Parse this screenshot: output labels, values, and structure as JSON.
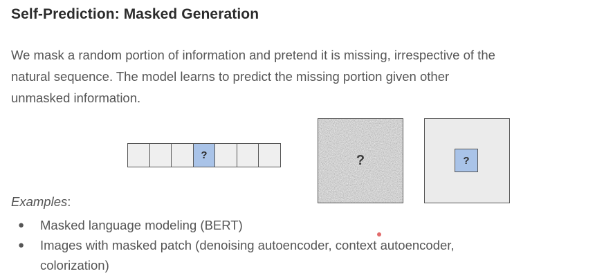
{
  "slide": {
    "title": "Self-Prediction: Masked Generation",
    "description_lines": [
      "We mask a random portion of information and pretend it is missing, irrespective of the",
      "natural sequence. The model learns to predict the missing portion given other",
      "unmasked information."
    ],
    "examples_label": "Examples",
    "examples_colon": ":",
    "bullets": [
      {
        "line1": "Masked language modeling (BERT)"
      },
      {
        "line1": "Images with masked patch (denoising autoencoder, context autoencoder,",
        "line2": "colorization)"
      }
    ],
    "bullet_glyph": "●"
  },
  "figures": {
    "sequence": {
      "cells": [
        "",
        "",
        "",
        "?",
        "",
        "",
        ""
      ],
      "mask_color": "#a9c3e8",
      "cell_color": "#efefef"
    },
    "noise_image": {
      "label": "?"
    },
    "patch_image": {
      "label": "?",
      "mask_color": "#a9c3e8"
    }
  }
}
